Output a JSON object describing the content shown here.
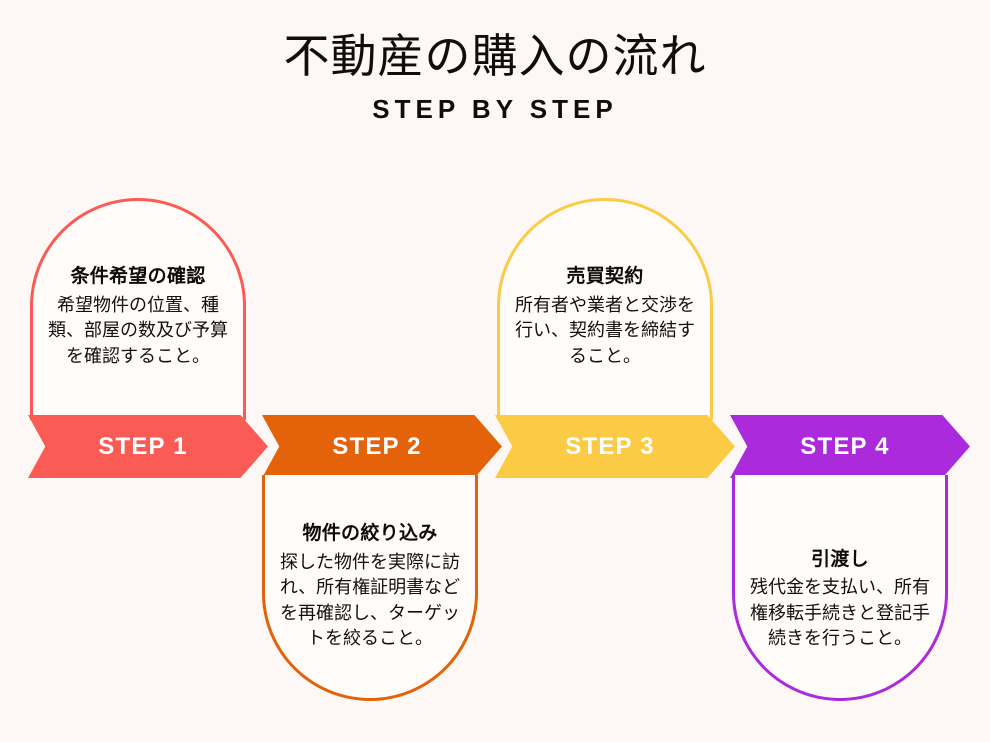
{
  "header": {
    "title": "不動産の購入の流れ",
    "subtitle": "STEP BY STEP"
  },
  "theme": {
    "background": "#FDF8F5",
    "card_fill": "#FFFCFA",
    "text": "#100D0C",
    "banner_text": "#FFFFFF"
  },
  "steps": [
    {
      "banner_label": "STEP 1",
      "color": "#FA5C55",
      "position": "card-above",
      "heading": "条件希望の確認",
      "body": "希望物件の位置、種類、部屋の数及び予算を確認すること。"
    },
    {
      "banner_label": "STEP 2",
      "color": "#E3620A",
      "position": "card-below",
      "heading": "物件の絞り込み",
      "body": "探した物件を実際に訪れ、所有権証明書などを再確認し、ターゲットを絞ること。"
    },
    {
      "banner_label": "STEP 3",
      "color": "#FCCB45",
      "position": "card-above",
      "heading": "売買契約",
      "body": "所有者や業者と交渉を行い、契約書を締結すること。"
    },
    {
      "banner_label": "STEP 4",
      "color": "#AB2BDC",
      "position": "card-below",
      "heading": "引渡し",
      "body": "残代金を支払い、所有権移転手続きと登記手続きを行うこと。"
    }
  ]
}
